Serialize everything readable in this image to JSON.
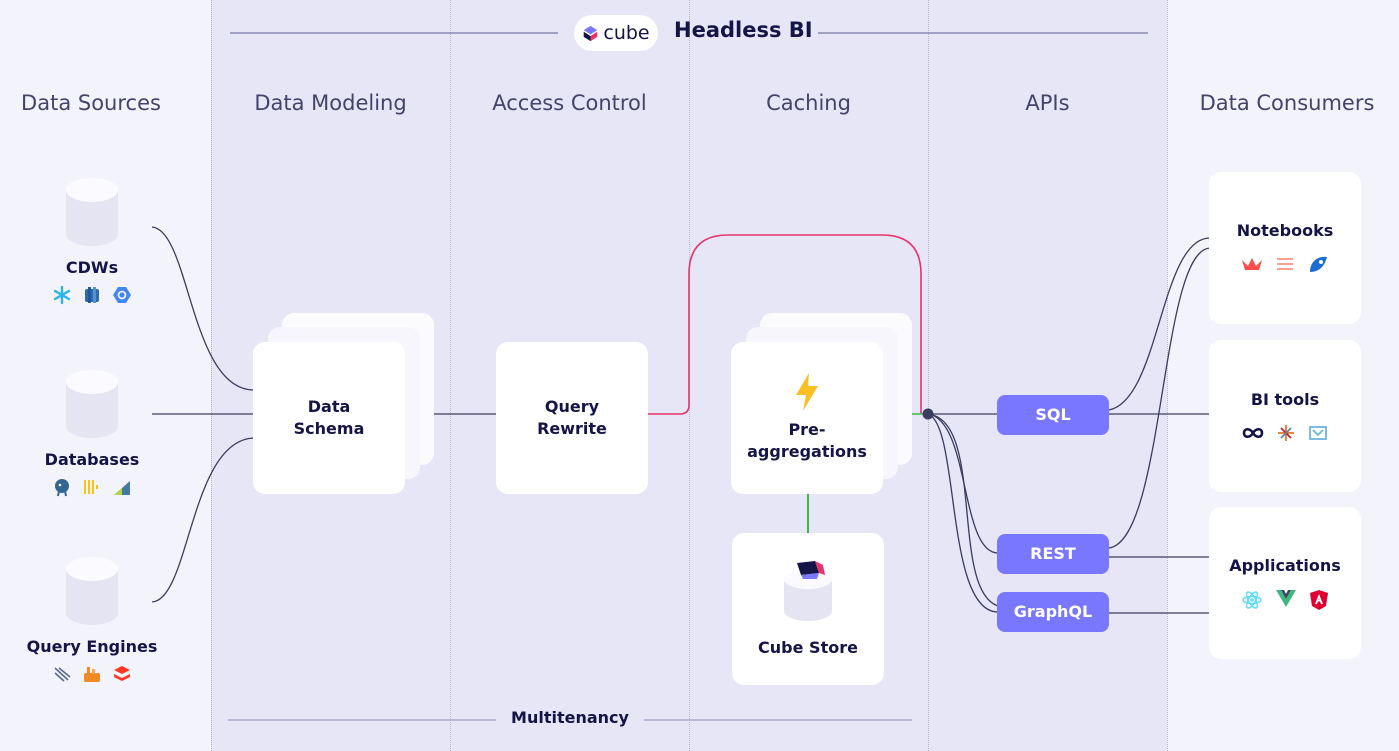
{
  "header": {
    "brand_word": "cube",
    "title": "Headless BI",
    "brand_icon": "cube-logo-icon"
  },
  "columns": [
    "Data Sources",
    "Data Modeling",
    "Access Control",
    "Caching",
    "APIs",
    "Data Consumers"
  ],
  "sources": [
    {
      "label": "CDWs",
      "icon": "cylinder-icon",
      "logos": [
        "snowflake-icon",
        "redshift-icon",
        "bigquery-icon"
      ]
    },
    {
      "label": "Databases",
      "icon": "cylinder-icon",
      "logos": [
        "postgres-icon",
        "clickhouse-icon",
        "mysql-icon"
      ]
    },
    {
      "label": "Query Engines",
      "icon": "cylinder-icon",
      "logos": [
        "trino-icon",
        "druid-icon",
        "databricks-icon"
      ]
    }
  ],
  "cards": {
    "schema": "Data\nSchema",
    "rewrite": "Query\nRewrite",
    "preagg": "Pre-\naggregations",
    "store": "Cube Store"
  },
  "apis": [
    "SQL",
    "REST",
    "GraphQL"
  ],
  "consumers": [
    {
      "label": "Notebooks",
      "logos": [
        "streamlit-icon",
        "hex-icon",
        "deepnote-icon"
      ]
    },
    {
      "label": "BI tools",
      "logos": [
        "metabase-icon",
        "tableau-icon",
        "superset-icon"
      ]
    },
    {
      "label": "Applications",
      "logos": [
        "react-icon",
        "vue-icon",
        "angular-icon"
      ]
    }
  ],
  "footer": "Multitenancy",
  "colors": {
    "band": "#e6e6f6",
    "background": "#f3f3fb",
    "accent": "#7a77ff",
    "red_path": "#e8336a",
    "green_path": "#3db84a",
    "wire": "#3c3c5e"
  }
}
